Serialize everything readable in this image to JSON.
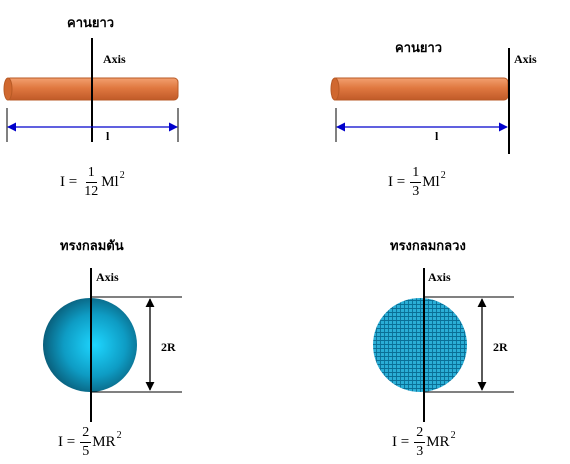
{
  "panels": {
    "rod_center": {
      "title": "คานยาว",
      "axis_label": "Axis",
      "length_label": "l",
      "formula": {
        "lhs": "I =",
        "numerator": "1",
        "denominator": "12",
        "rest": "Ml",
        "power": "2"
      }
    },
    "rod_end": {
      "title": "คานยาว",
      "axis_label": "Axis",
      "length_label": "l",
      "formula": {
        "lhs": "I =",
        "numerator": "1",
        "denominator": "3",
        "rest": "Ml",
        "power": "2"
      }
    },
    "solid_sphere": {
      "title": "ทรงกลมตัน",
      "axis_label": "Axis",
      "dimension_label": "2R",
      "formula": {
        "lhs": "I =",
        "numerator": "2",
        "denominator": "5",
        "rest": "MR",
        "power": "2"
      }
    },
    "hollow_sphere": {
      "title": "ทรงกลมกลวง",
      "axis_label": "Axis",
      "dimension_label": "2R",
      "formula": {
        "lhs": "I =",
        "numerator": "2",
        "denominator": "3",
        "rest": "MR",
        "power": "2"
      }
    }
  },
  "colors": {
    "rod": "#e07840",
    "rod_edge": "#b85a25",
    "arrow": "#0000cc",
    "sphere_light": "#1ed6ff",
    "sphere_dark": "#08506a",
    "hollow_fill": "#2aaed6",
    "hollow_grid": "#0a6f96"
  }
}
